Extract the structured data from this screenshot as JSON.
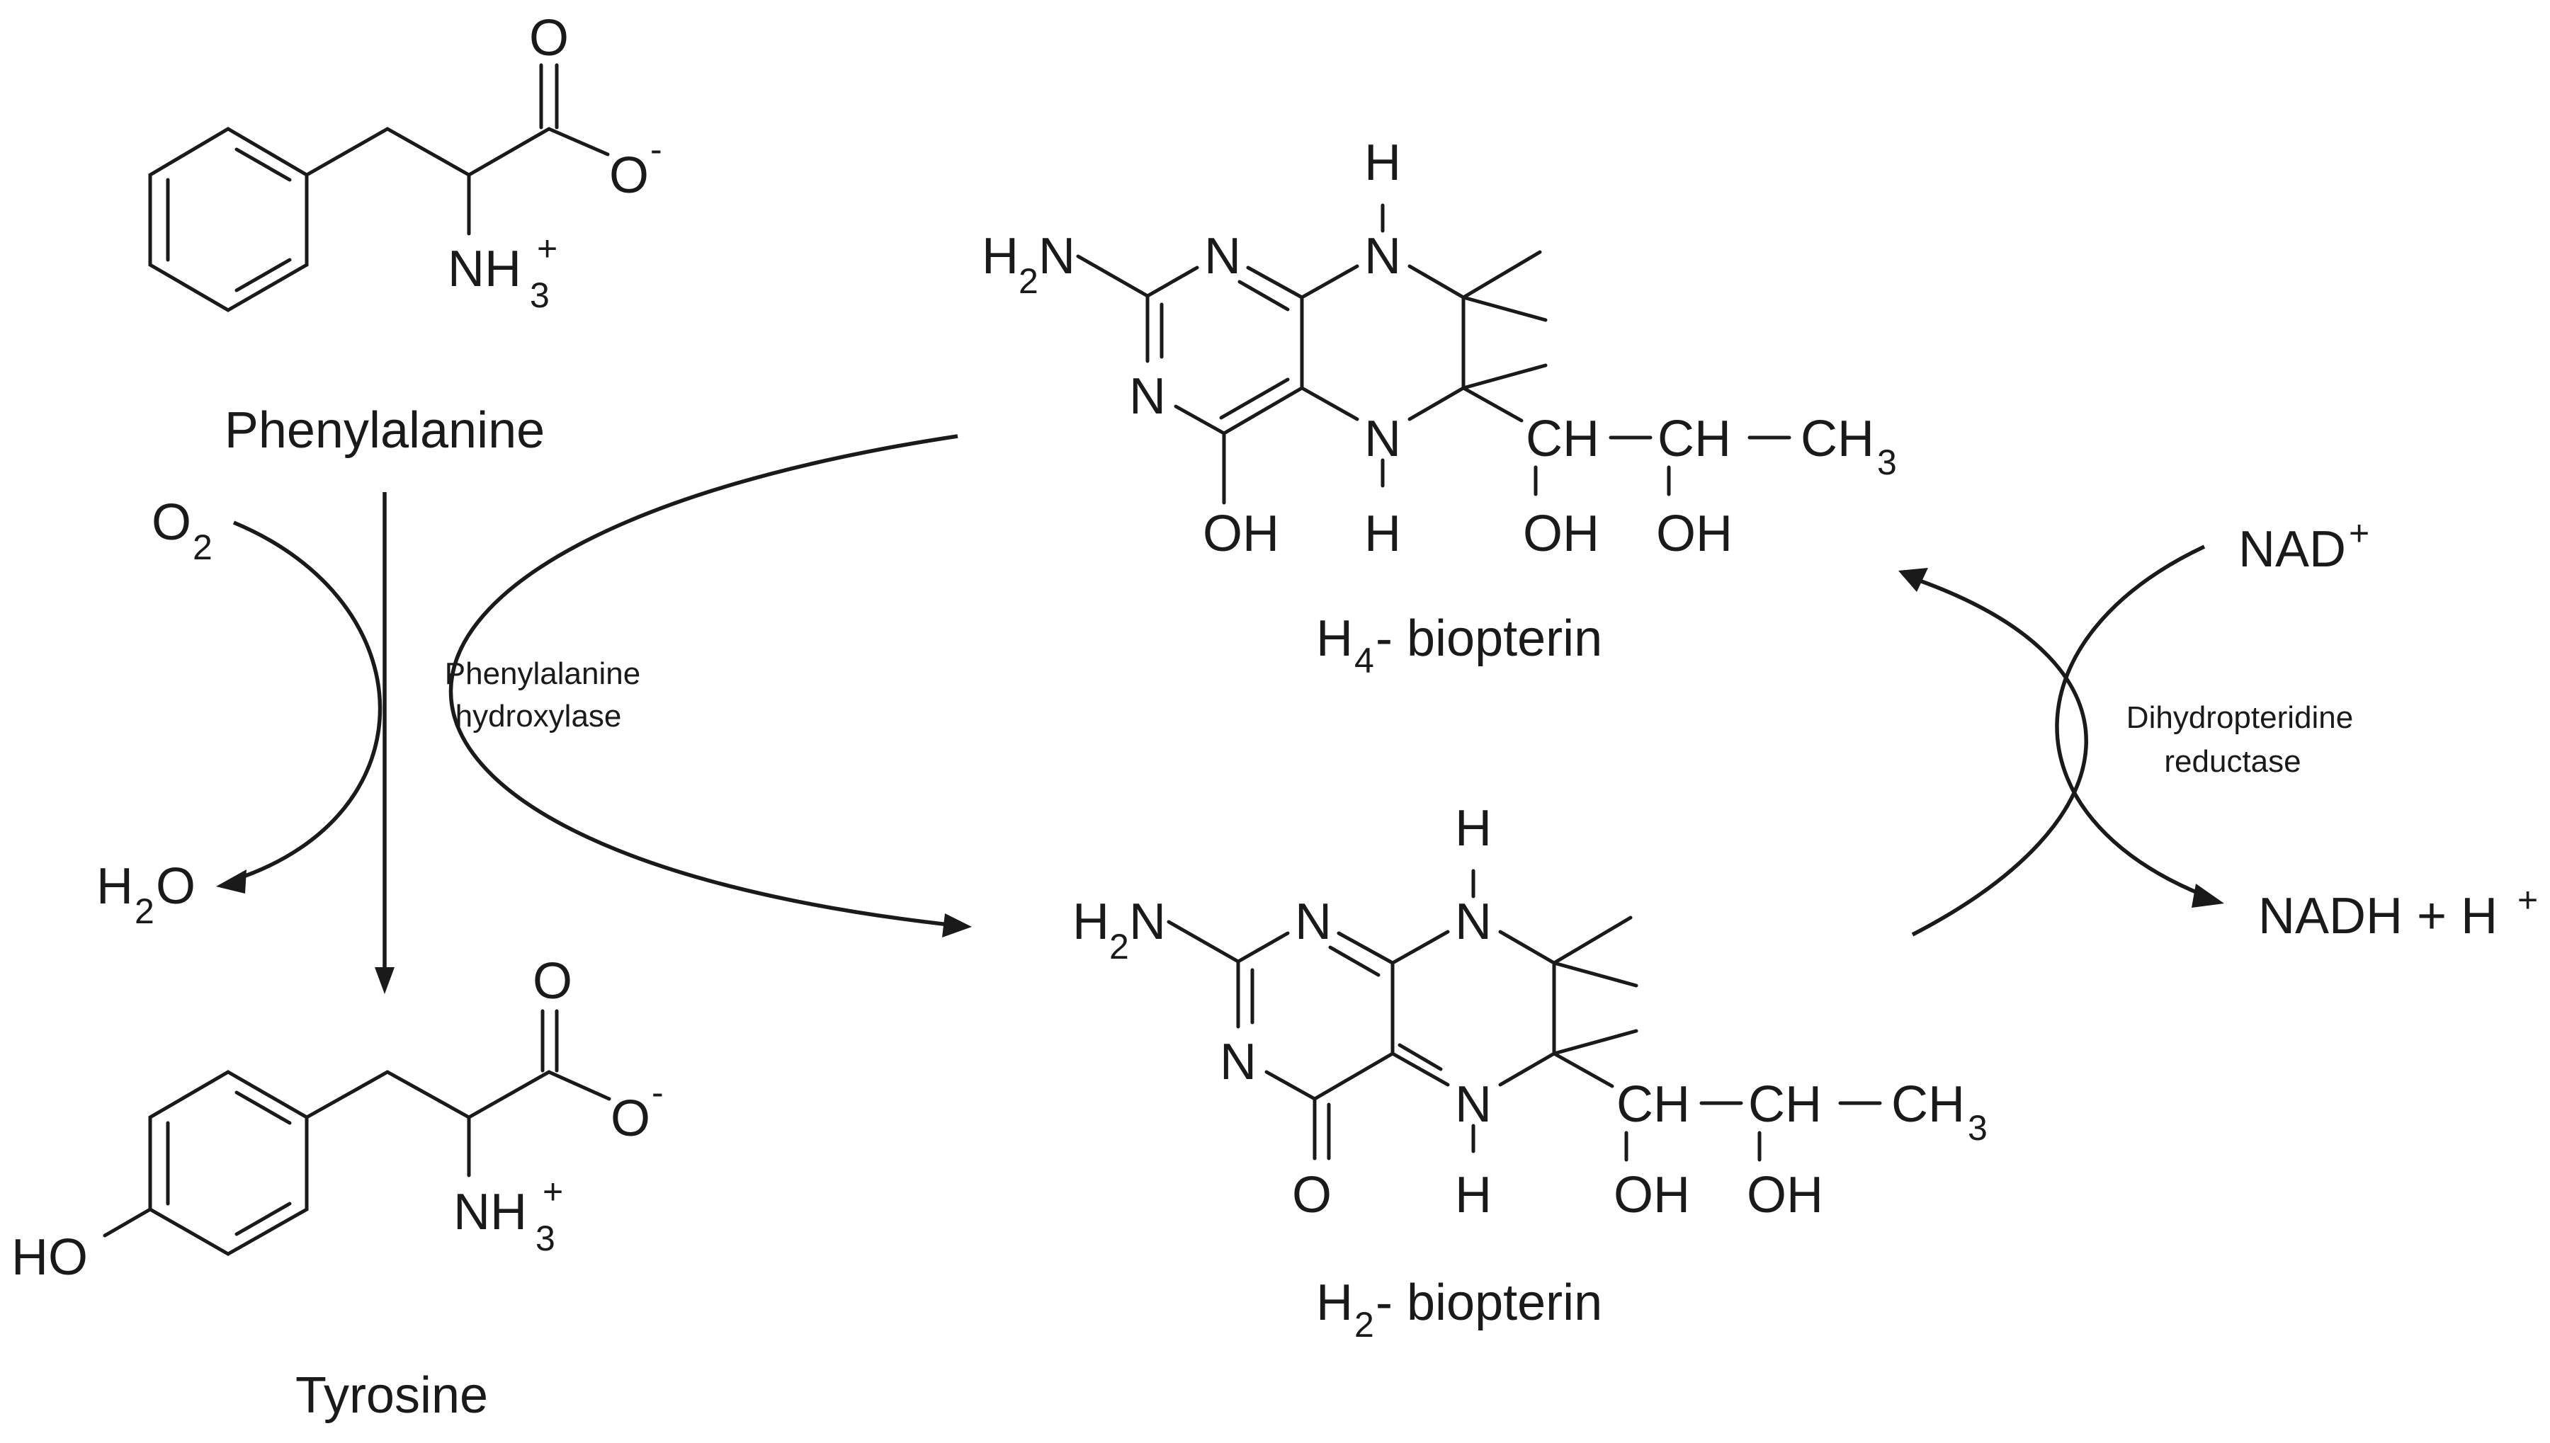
{
  "molecules": {
    "phenylalanine": {
      "name": "Phenylalanine",
      "o_label": "O",
      "o_minus": "O",
      "minus": "-",
      "n_label": "NH",
      "n_sub": "3",
      "n_sup": "+"
    },
    "tyrosine": {
      "name": "Tyrosine",
      "o_label": "O",
      "o_minus": "O",
      "minus": "-",
      "n_label": "NH",
      "n_sub": "3",
      "n_sup": "+",
      "ho_label": "HO"
    },
    "h4_biopterin": {
      "name_prefix": "H",
      "name_sub": "4",
      "name_suffix": "- biopterin",
      "h2n": "H",
      "h2n_sub": "2",
      "h2n_n": "N",
      "n": "N",
      "h": "H",
      "oh": "OH",
      "ch": "CH",
      "ch3": "CH",
      "ch3_sub": "3"
    },
    "h2_biopterin": {
      "name_prefix": "H",
      "name_sub": "2",
      "name_suffix": "- biopterin",
      "h2n": "H",
      "h2n_sub": "2",
      "h2n_n": "N",
      "n": "N",
      "h": "H",
      "o": "O",
      "oh": "OH",
      "ch": "CH",
      "ch3": "CH",
      "ch3_sub": "3"
    }
  },
  "cosubstrates": {
    "o2": "O",
    "o2_sub": "2",
    "h2o_h": "H",
    "h2o_sub": "2",
    "h2o_o": "O",
    "nad": "NAD",
    "nad_sup": "+",
    "nadh": "NADH + H",
    "nadh_sup": "+"
  },
  "enzymes": {
    "phe_hydroxylase_line1": "Phenylalanine",
    "phe_hydroxylase_line2": "hydroxylase",
    "dhpr_line1": "Dihydropteridine",
    "dhpr_line2": "reductase"
  }
}
